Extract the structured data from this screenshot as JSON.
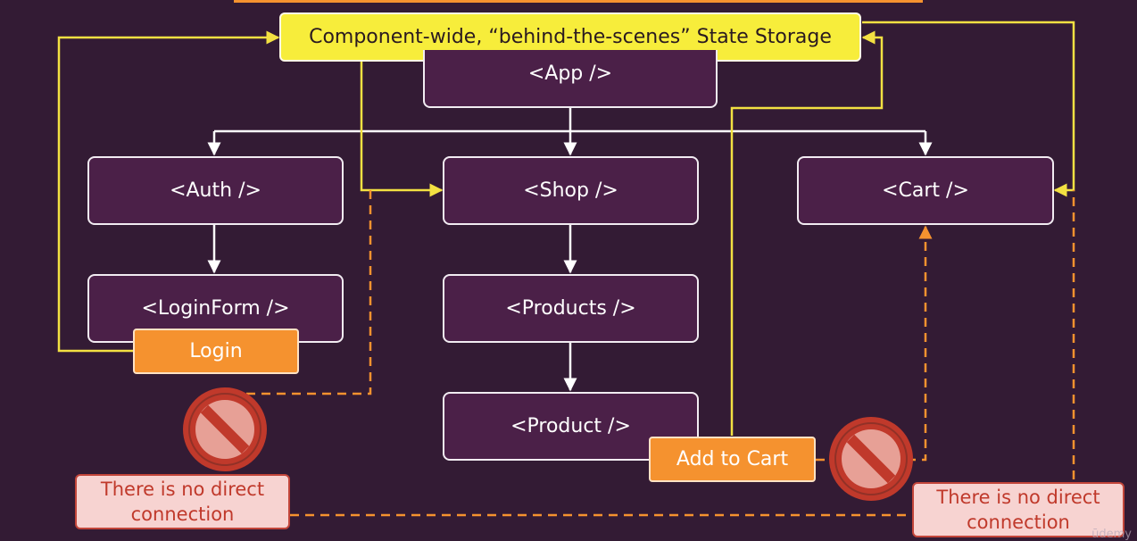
{
  "diagram": {
    "storage_label": "Component-wide, “behind-the-scenes” State Storage",
    "components": {
      "app": "<App />",
      "auth": "<Auth />",
      "shop": "<Shop />",
      "cart": "<Cart />",
      "login_form": "<LoginForm />",
      "products": "<Products />",
      "product": "<Product />"
    },
    "actions": {
      "login": "Login",
      "add_to_cart": "Add to Cart"
    },
    "notes": {
      "left_line1": "There is no direct",
      "left_line2": "connection",
      "right_line1": "There is no direct",
      "right_line2": "connection"
    },
    "icons": {
      "prohibited": "prohibited-icon"
    },
    "watermark": "ūdemy",
    "colors": {
      "background": "#331b34",
      "component_fill": "#4b2048",
      "component_border": "#f2ecf2",
      "storage_fill": "#f7ed3b",
      "action_fill": "#f5922f",
      "solid_connector": "#f3e142",
      "tree_connector": "#ffffff",
      "dashed_connector": "#f5922f",
      "note_fill": "#f7d3d1",
      "note_text": "#c0392b",
      "prohibited_red": "#c0392b"
    }
  }
}
